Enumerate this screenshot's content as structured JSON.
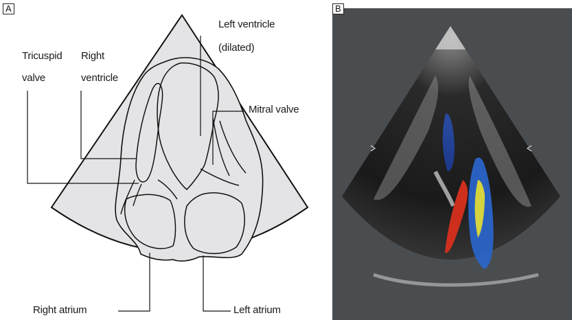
{
  "panel_a": {
    "letter": "A",
    "labels": {
      "tricuspid_line1": "Tricuspid",
      "tricuspid_line2": "valve",
      "rv_line1": "Right",
      "rv_line2": "ventricle",
      "lv_line1": "Left ventricle",
      "lv_line2": "(dilated)",
      "mitral": "Mitral valve",
      "right_atrium": "Right atrium",
      "left_atrium": "Left atrium"
    }
  },
  "panel_b": {
    "letter": "B"
  },
  "colors": {
    "sector_fill": "#e4e4e6",
    "outline": "#111111",
    "echo_background": "#4a4d50",
    "flow_blue": "#2a64c8",
    "flow_red": "#d8301c",
    "flow_yellow": "#e8e030"
  }
}
